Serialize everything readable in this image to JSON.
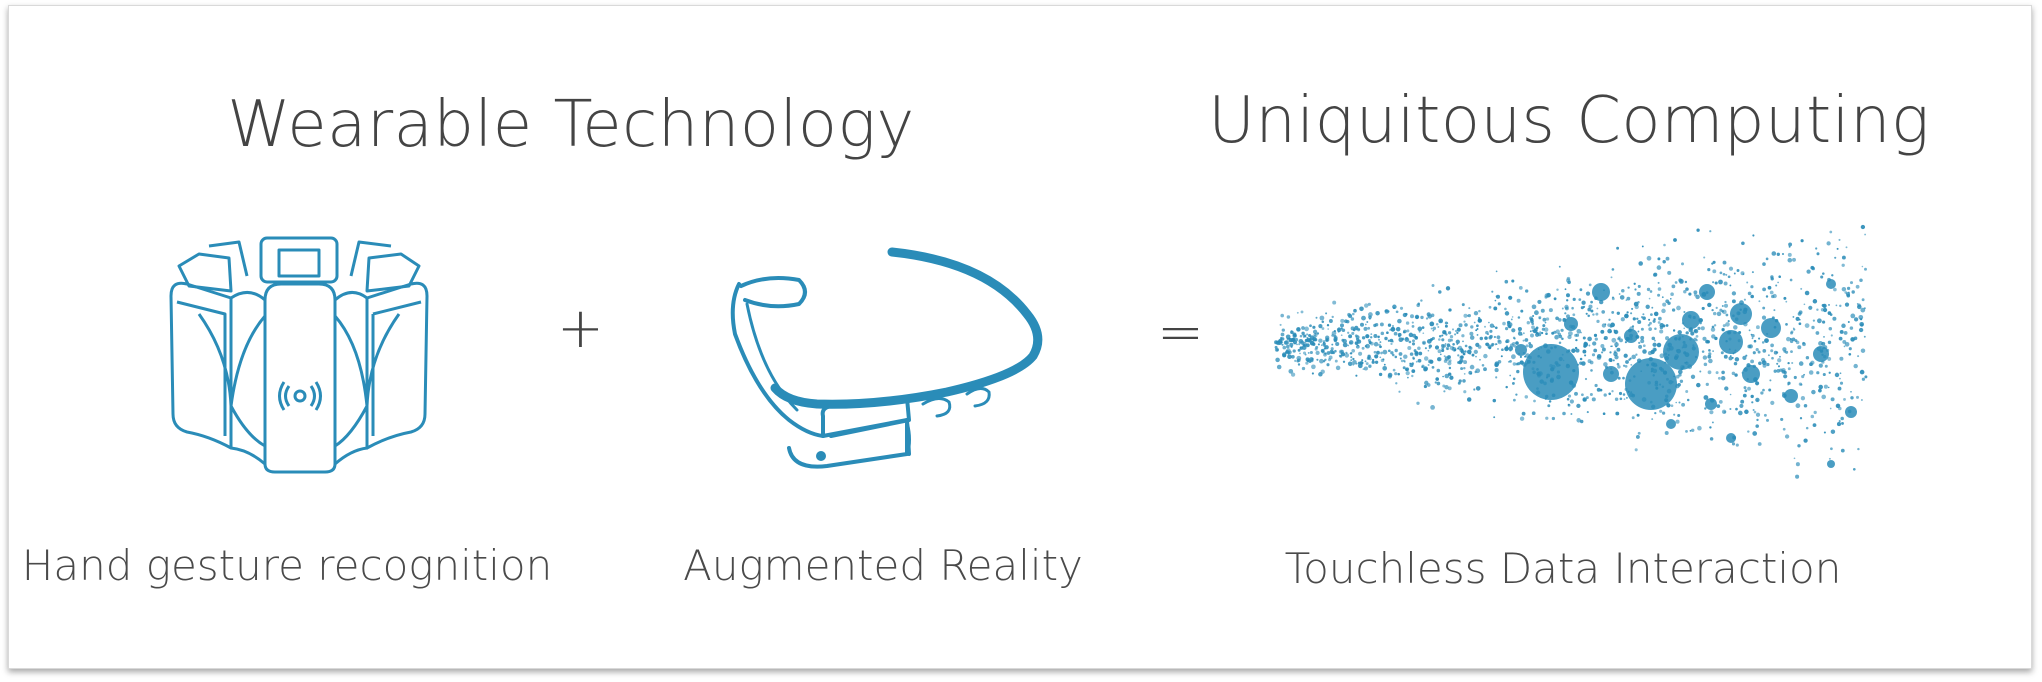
{
  "headings": {
    "left": "Wearable Technology",
    "right": "Uniquitous Computing"
  },
  "operators": {
    "plus": "+",
    "equals": "="
  },
  "captions": {
    "armband": "Hand gesture recognition",
    "glasses": "Augmented Reality",
    "data": "Touchless Data Interaction"
  },
  "icons": {
    "armband": "myo-armband-icon",
    "glasses": "smart-glasses-icon",
    "data": "scatter-cloud-icon"
  },
  "colors": {
    "accent": "#2a8cb8",
    "text": "#444444",
    "background": "#ffffff"
  }
}
